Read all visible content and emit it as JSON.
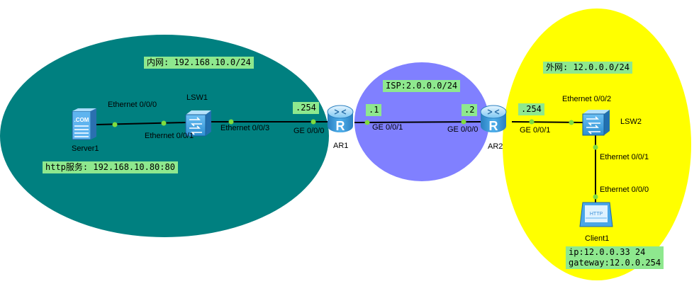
{
  "zones": {
    "intranet": {
      "label": "内网: 192.168.10.0/24",
      "color": "#008080"
    },
    "isp": {
      "label": "ISP:2.0.0.0/24",
      "color": "#8080ff"
    },
    "extranet": {
      "label": "外网: 12.0.0.0/24",
      "color": "#ffff00"
    }
  },
  "devices": {
    "server1": {
      "name": "Server1",
      "icon": "server-icon",
      "icon_text": ".COM"
    },
    "lsw1": {
      "name": "LSW1",
      "icon": "switch-icon"
    },
    "ar1": {
      "name": "AR1",
      "icon": "router-icon"
    },
    "ar2": {
      "name": "AR2",
      "icon": "router-icon"
    },
    "lsw2": {
      "name": "LSW2",
      "icon": "switch-icon"
    },
    "client1": {
      "name": "Client1",
      "icon": "http-client-icon",
      "icon_text": "HTTP"
    }
  },
  "ports": {
    "server1_eth": "Ethernet 0/0/0",
    "lsw1_eth1": "Ethernet 0/0/1",
    "lsw1_eth3": "Ethernet 0/0/3",
    "ar1_ge0": "GE 0/0/0",
    "ar1_ge1": "GE 0/0/1",
    "ar2_ge0": "GE 0/0/0",
    "ar2_ge1": "GE 0/0/1",
    "lsw2_eth2": "Ethernet 0/0/2",
    "lsw2_eth1": "Ethernet 0/0/1",
    "client1_eth": "Ethernet 0/0/0"
  },
  "address_tags": {
    "ar1_ge0": ".254",
    "ar1_ge1": ".1",
    "ar2_ge0": ".2",
    "ar2_ge1": ".254"
  },
  "notes": {
    "http_service": "http服务: 192.168.10.80:80",
    "client_config": "ip:12.0.0.33 24\ngateway:12.0.0.254"
  },
  "colors": {
    "port_dot": "#7fdc3f",
    "link": "#000000",
    "tag_bg": "#8ee88e",
    "device_blue": "#3aa0e6"
  }
}
